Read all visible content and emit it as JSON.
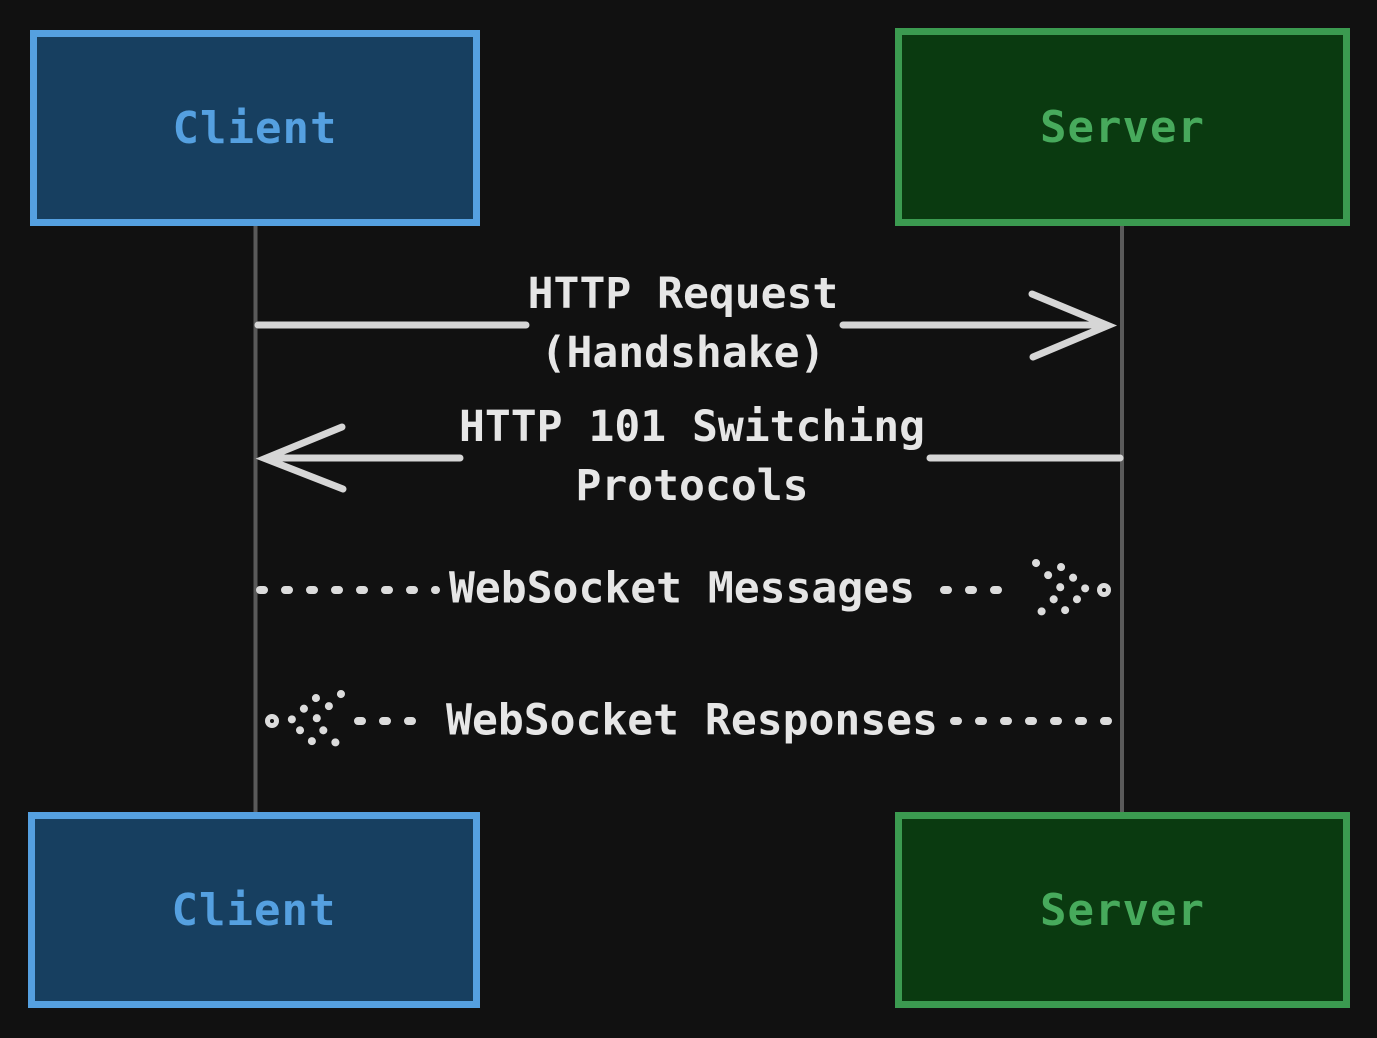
{
  "diagram": {
    "type": "sequence-diagram",
    "theme": {
      "background": "#111111",
      "lifeline_color": "#5a5a5a",
      "arrow_color": "#d6d6d6",
      "message_text_color": "#e6e6e6",
      "client_fill": "#173f60",
      "client_border": "#55a0e0",
      "client_text": "#55a0e0",
      "server_fill": "#0a3a10",
      "server_border": "#3b9a50",
      "server_text": "#47aa5c"
    },
    "actors": {
      "client": {
        "label": "Client"
      },
      "server": {
        "label": "Server"
      }
    },
    "messages": [
      {
        "from": "client",
        "to": "server",
        "style": "solid",
        "direction": "right",
        "label_line1": "HTTP Request",
        "label_line2": "(Handshake)"
      },
      {
        "from": "server",
        "to": "client",
        "style": "solid",
        "direction": "left",
        "label_line1": "HTTP 101 Switching",
        "label_line2": "Protocols"
      },
      {
        "from": "client",
        "to": "server",
        "style": "dotted",
        "direction": "right",
        "label_line1": "WebSocket Messages"
      },
      {
        "from": "server",
        "to": "client",
        "style": "dotted",
        "direction": "left",
        "label_line1": "WebSocket Responses"
      }
    ]
  }
}
